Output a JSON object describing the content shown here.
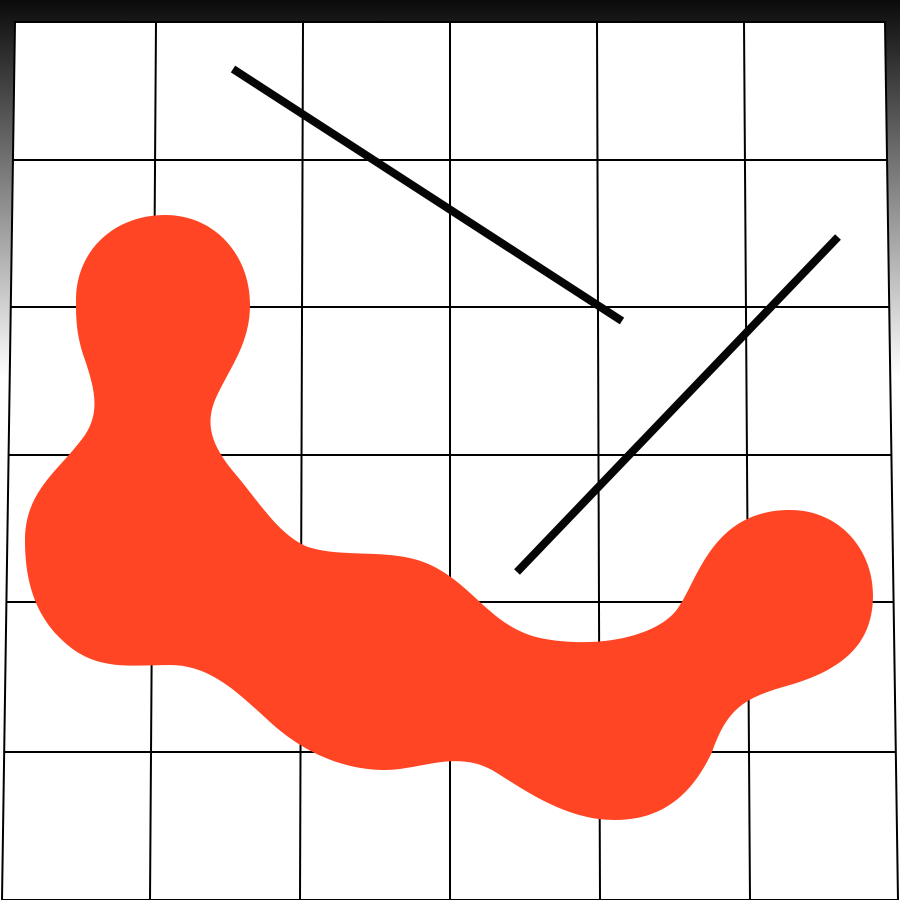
{
  "artwork": {
    "colors": {
      "frame_top": "#0a0a0a",
      "frame_bottom": "#ffffff",
      "paper": "#ffffff",
      "grid_line": "#000000",
      "stroke": "#050505",
      "blob": "#ff4524"
    },
    "elements": [
      "gradient-frame",
      "grid-paper",
      "red-blob",
      "diagonal-stroke-upper",
      "diagonal-stroke-right"
    ]
  }
}
